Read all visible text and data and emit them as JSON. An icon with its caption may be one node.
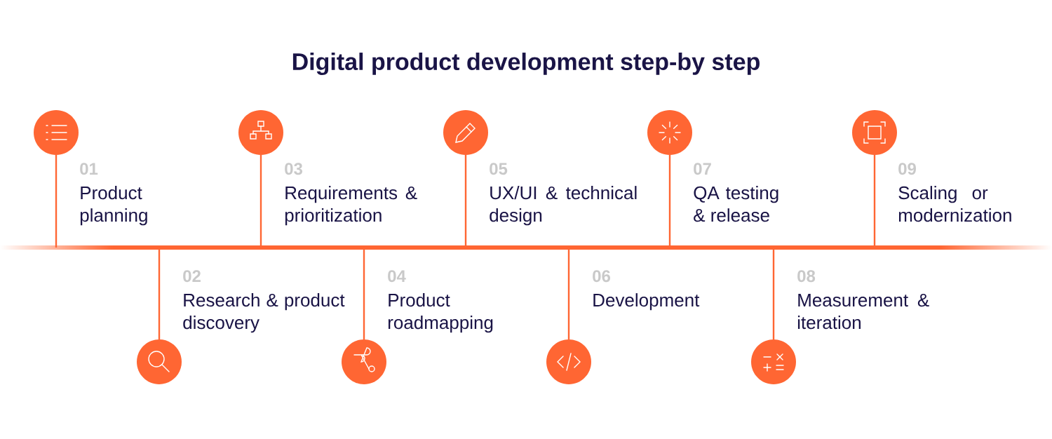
{
  "diagram": {
    "title": "Digital product development step-by step",
    "nodes": [
      {
        "text": [
          "01",
          "Product planning"
        ]
      },
      {
        "text": [
          "02",
          "Research & product discovery"
        ]
      },
      {
        "text": [
          "03",
          "Requirements & prioritization"
        ]
      },
      {
        "text": [
          "04",
          "Product roadmapping"
        ]
      },
      {
        "text": [
          "05",
          "UX/UI & technical design"
        ]
      },
      {
        "text": [
          "06",
          "Development"
        ]
      },
      {
        "text": [
          "07",
          "QA testing & release"
        ]
      },
      {
        "text": [
          "08",
          "Measurement & iteration"
        ]
      },
      {
        "text": [
          "09",
          "Scaling or modernization"
        ]
      }
    ]
  }
}
